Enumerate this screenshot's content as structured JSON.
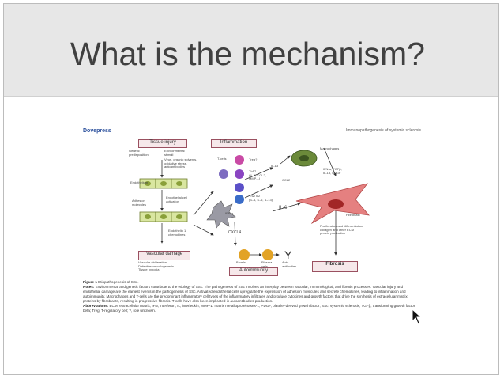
{
  "slide": {
    "title": "What is the mechanism?"
  },
  "figure": {
    "publisher": "Dovepress",
    "journal": "Immunopathogenesis of systemic sclerosis",
    "boxes": {
      "tissue_injury": "Tissue injury",
      "inflammation": "Inflammation",
      "vascular_damage": "Vascular damage",
      "autoimmunity": "Autoimmunity",
      "fibrosis": "Fibrosis"
    },
    "labels": {
      "genetic": "Genetic\npredisposition",
      "environmental": "Environmental\nstimuli",
      "environmental_detail": "Virus, organic solvents,\noxidative stress,\nautoantibodies",
      "endothelium": "Endothelium",
      "endothelial_activation": "Endothelial cell\nactivation",
      "adhesion": "Adhesion\nmolecules",
      "endothelin": "Endothelin 1\nchemokines",
      "vascular_detail": "Vascular obliteration\nDefective vasculogenesis\nTissue hypoxia",
      "tcells": "T-cells",
      "treg": "Treg?",
      "th17": "Th17\n(IL-6, CCL2,\nMMP-1)",
      "th2": "Th2/Tc2\n(IL-4, IL-6, IL-13)",
      "il13": "IL-13",
      "ccl2": "CCL2",
      "macrophages": "Macrophages",
      "ifn_tgf": "IFN-α; TGFβ,\nIL-13, PDGF",
      "il6": "IL-6",
      "ifna": "IFN-α",
      "cxcl4": "CXCL4",
      "fibroblast": "Fibroblast",
      "proliferation": "Proliferation and differentiation;\ncollagen and other ECM\nprotein production",
      "bcells": "B-cells",
      "plasma": "Plasma\ncells",
      "auto_ab": "Auto\nantibodies"
    },
    "caption": {
      "heading": "Figure 1",
      "heading_text": "Etiopathogenesis of SSc.",
      "notes_label": "Notes:",
      "notes": "Environmental and genetic factors contribute to the etiology of SSc. The pathogenesis of SSc involves an interplay between vascular, immunological, and fibrotic processes. Vascular injury and endothelial damage are the earliest events in the pathogenesis of SSc. Activated endothelial cells upregulate the expression of adhesion molecules and secrete chemokines, leading to inflammation and autoimmunity. Macrophages and T-cells are the predominant inflammatory cell types of the inflammatory infiltrates and produce cytokines and growth factors that drive the synthesis of extracellular matrix proteins by fibroblasts, resulting in progressive fibrosis. T-cells have also been implicated in autoantibodies production.",
      "abbr_label": "Abbreviations:",
      "abbr": "ECM, extracellular matrix; IFN, interferon; IL, interleukin; MMP-1, matrix metalloproteinases-1; PDGF, platelet-derived growth factor; SSc, systemic sclerosis; TGFβ, transforming growth factor beta; Treg, T-regulatory cell; ?, role unknown."
    }
  }
}
